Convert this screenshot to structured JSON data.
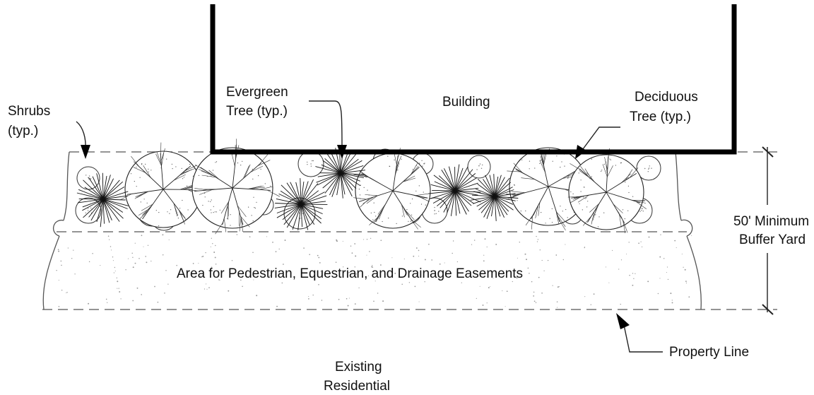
{
  "labels": {
    "shrubs_line1": "Shrubs",
    "shrubs_line2": "(typ.)",
    "evergreen_line1": "Evergreen",
    "evergreen_line2": "Tree (typ.)",
    "building": "Building",
    "deciduous_line1": "Deciduous",
    "deciduous_line2": "Tree (typ.)",
    "buffer_line1": "50' Minimum",
    "buffer_line2": "Buffer Yard",
    "easement_area": "Area for Pedestrian, Equestrian, and Drainage Easements",
    "property_line": "Property Line",
    "existing_line1": "Existing",
    "existing_line2": "Residential"
  }
}
